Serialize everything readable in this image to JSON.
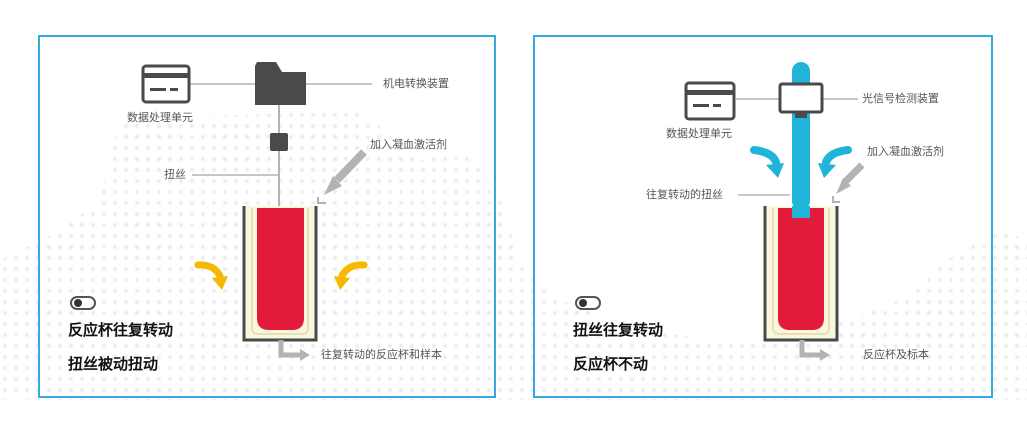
{
  "left": {
    "labels": {
      "processor": "数据处理单元",
      "converter": "机电转换装置",
      "reagent": "加入凝血激活剂",
      "wire": "扭丝",
      "cup": "往复转动的反应杯和样本"
    },
    "captions": [
      "反应杯往复转动",
      "扭丝被动扭动"
    ]
  },
  "right": {
    "labels": {
      "processor": "数据处理单元",
      "detector": "光信号检测装置",
      "reagent": "加入凝血激活剂",
      "wire": "往复转动的扭丝",
      "cup": "反应杯及标本"
    },
    "captions": [
      "扭丝往复转动",
      "反应杯不动"
    ]
  },
  "colors": {
    "border": "#36a9e1",
    "blood": "#e31b3a",
    "cream": "#fbf6de",
    "yellow": "#f6b800",
    "cyan": "#1fb4d8",
    "grey": "#b3b3b3",
    "dark": "#4a4a4a"
  },
  "icons": [
    "card-icon",
    "folder-icon",
    "monitor-icon",
    "toggle-icon",
    "curved-arrow-icon"
  ]
}
